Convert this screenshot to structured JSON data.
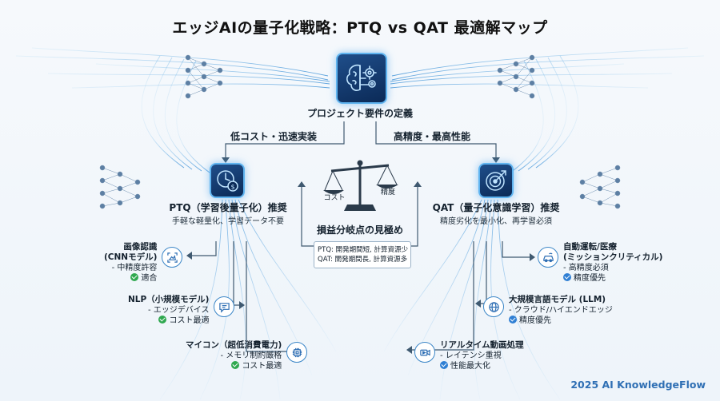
{
  "title": "エッジAIの量子化戦略：PTQ vs QAT 最適解マップ",
  "root": {
    "label": "プロジェクト要件の定義",
    "icon": "brain-gears-icon"
  },
  "branches": {
    "left": "低コスト・迅速実装",
    "right": "高精度・最高性能"
  },
  "ptq": {
    "title": "PTQ（学習後量子化）推奨",
    "subtitle": "手軽な軽量化、学習データ不要",
    "icon": "clock-coin-icon"
  },
  "qat": {
    "title": "QAT（量子化意識学習）推奨",
    "subtitle": "精度劣化を最小化、再学習必須",
    "icon": "target-arrow-icon"
  },
  "balance": {
    "icon": "scale-icon",
    "left_pan": "コスト",
    "right_pan": "精度",
    "label": "損益分岐点の見極め",
    "lines": [
      "PTQ: 開発期間短, 計算資源少",
      "QAT: 開発期間長, 計算資源多"
    ]
  },
  "ptq_cases": [
    {
      "title1": "画像認識",
      "title2": "(CNNモデル)",
      "detail": "- 中精度許容",
      "badge": "適合",
      "icon": "image-recognition-icon"
    },
    {
      "title1": "NLP（小規模モデル)",
      "title2": "",
      "detail": "- エッジデバイス",
      "badge": "コスト最適",
      "icon": "chat-bubble-icon"
    },
    {
      "title1": "マイコン（超低消費電力)",
      "title2": "",
      "detail": "- メモリ制約厳格",
      "badge": "コスト最適",
      "icon": "microchip-icon"
    }
  ],
  "qat_cases": [
    {
      "title1": "自動運転/医療",
      "title2": "(ミッションクリティカル)",
      "detail": "- 高精度必須",
      "badge": "精度優先",
      "icon": "car-icon"
    },
    {
      "title1": "大規模言語モデル (LLM)",
      "title2": "",
      "detail": "- クラウド/ハイエンドエッジ",
      "badge": "精度優先",
      "icon": "globe-network-icon"
    },
    {
      "title1": "リアルタイム動画処理",
      "title2": "",
      "detail": "- レイテンシ重視",
      "badge": "性能最大化",
      "icon": "video-camera-icon"
    }
  ],
  "footer": "2025 AI KnowledgeFlow",
  "colors": {
    "accent": "#1f4e8a",
    "glow": "#5fb4f0",
    "check_green": "#2fa84f",
    "check_blue": "#2f7fd4",
    "footer": "#2f6fb4"
  }
}
